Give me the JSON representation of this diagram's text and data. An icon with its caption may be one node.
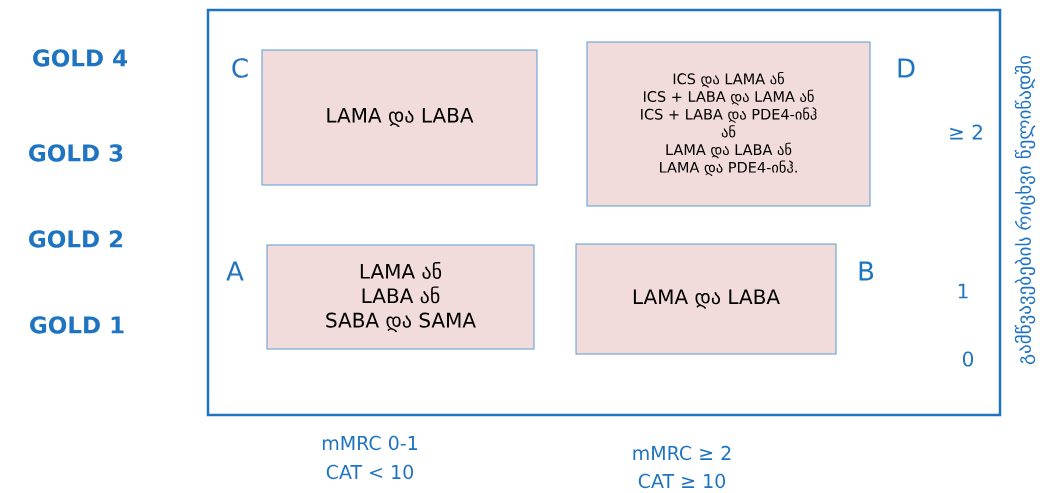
{
  "diagram": {
    "nodes": [
      {
        "text": [],
        "shape": "box"
      },
      {
        "text": [
          "LAMA და LABA"
        ],
        "in": 0
      },
      {
        "text": [
          "ICS და LAMA ან",
          "ICS + LABA და LAMA ან",
          "ICS + LABA და PDE4-ინჰ",
          "ან",
          "LAMA და LABA ან",
          "LAMA და PDE4-ინჰ."
        ],
        "in": 0
      },
      {
        "text": [
          "LAMA ან",
          "LABA ან",
          "SABA და SAMA"
        ],
        "in": 0
      },
      {
        "text": [
          "LAMA და LABA"
        ],
        "in": 0
      }
    ],
    "labels": [
      "GOLD 4",
      "C",
      "D",
      "GOLD 3",
      "≥ 2",
      "GOLD 2",
      "A",
      "B",
      "1",
      "GOLD 1",
      "0",
      "გამწვავებების რიცხვი წელიწადში",
      "mMRC 0-1",
      "CAT < 10",
      "mMRC ≥ 2",
      "CAT ≥ 10"
    ]
  }
}
